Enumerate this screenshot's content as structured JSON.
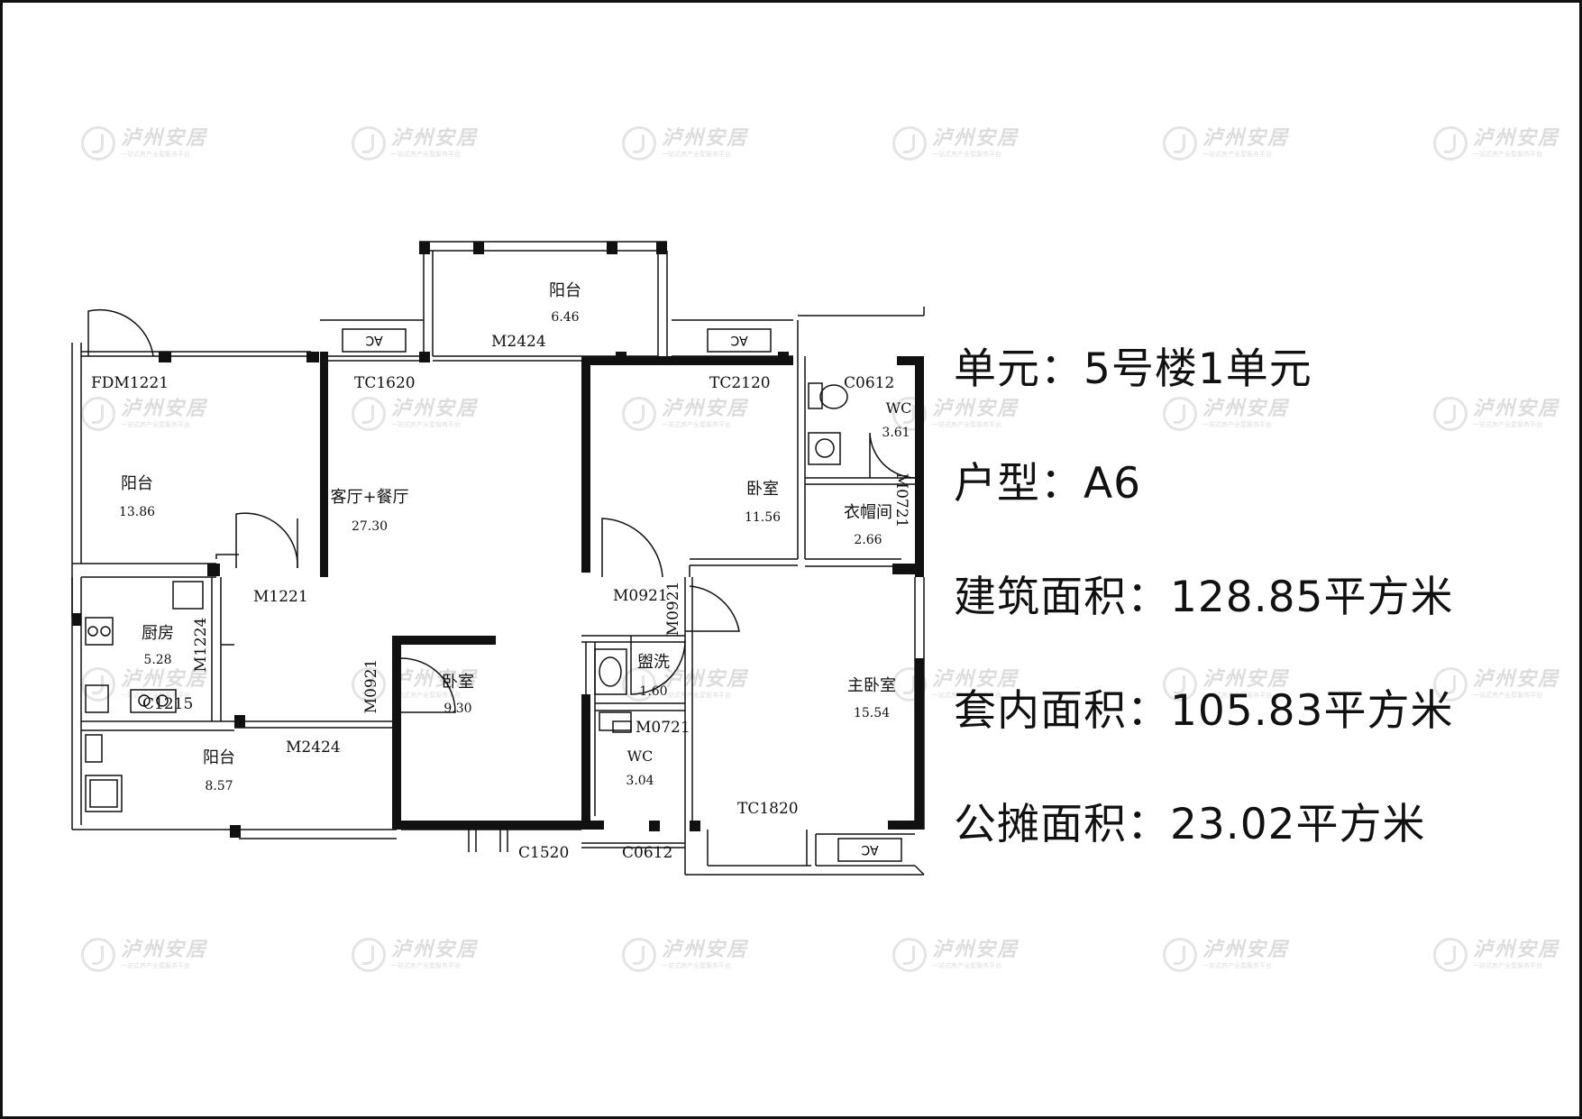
{
  "info": {
    "unit": "单元：5号楼1单元",
    "type": "户型：A6",
    "building_area": "建筑面积：128.85平方米",
    "inner_area": "套内面积：105.83平方米",
    "shared_area": "公摊面积：23.02平方米"
  },
  "rooms": {
    "balcony_top": {
      "name": "阳台",
      "area": "6.46"
    },
    "balcony_left": {
      "name": "阳台",
      "area": "13.86"
    },
    "living": {
      "name": "客厅+餐厅",
      "area": "27.30"
    },
    "bedroom_top": {
      "name": "卧室",
      "area": "11.56"
    },
    "wc_top": {
      "name": "WC",
      "area": "3.61"
    },
    "cloakroom": {
      "name": "衣帽间",
      "area": "2.66"
    },
    "kitchen": {
      "name": "厨房",
      "area": "5.28"
    },
    "bedroom_mid": {
      "name": "卧室",
      "area": "9.30"
    },
    "washroom": {
      "name": "盥洗",
      "area": "1.60"
    },
    "wc_bottom": {
      "name": "WC",
      "area": "3.04"
    },
    "master": {
      "name": "主卧室",
      "area": "15.54"
    },
    "balcony_bottom": {
      "name": "阳台",
      "area": "8.57"
    }
  },
  "labels": {
    "fdm1221": "FDM1221",
    "m2424_top": "M2424",
    "tc1620": "TC1620",
    "tc2120": "TC2120",
    "c0612_top": "C0612",
    "m0721_top": "M0721",
    "m1221": "M1221",
    "m0921_a": "M0921",
    "m0921_b": "M0921",
    "m1224": "M1224",
    "c1215": "C1215",
    "m0921_c": "M0921",
    "m0721_bottom": "M0721",
    "m2424_bottom": "M2424",
    "c1520": "C1520",
    "c0612_bottom": "C0612",
    "tc1820": "TC1820",
    "ac1": "AC",
    "ac2": "AC",
    "ac3": "AC"
  },
  "watermark": {
    "name": "泸州安居",
    "sub": "一站式房产全屋服务平台"
  }
}
